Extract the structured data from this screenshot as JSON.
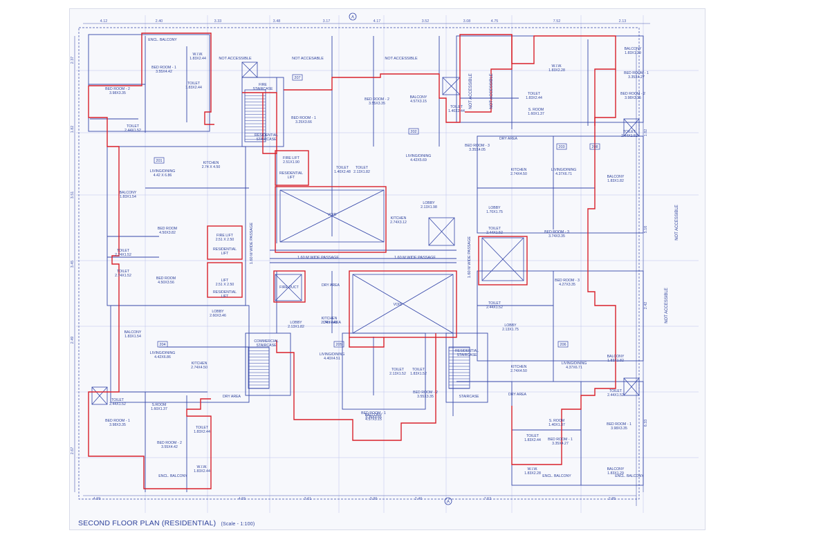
{
  "title": "SECOND FLOOR PLAN (RESIDENTIAL)",
  "scale": "(Scale - 1:100)",
  "colors": {
    "line": "#3345a8",
    "boundary": "#d8202a",
    "paper": "#f7f8fc"
  },
  "top_dims": [
    "4.12",
    "2.40",
    "3.33",
    "3.48",
    "3.17",
    "4.17",
    "3.52",
    "3.08",
    "4.75",
    "7.52",
    "2.13"
  ],
  "bottom_dims": [
    "4.99",
    "4.55",
    "3.61",
    "3.30",
    "2.40",
    "7.52",
    "2.85"
  ],
  "left_dims": [
    "2.37",
    "1.82",
    "3.51",
    "3.45",
    "2.49",
    "2.67"
  ],
  "right_dims": [
    "1.82",
    "5.16",
    "2.42",
    "6.33"
  ],
  "not_accessible_labels": [
    "NOT ACCESSIBLE",
    "NOT ACCESABLE",
    "NOT ACCESSIBLE",
    "NOT ACCESSIBLE",
    "NOT ACCESSIBLE",
    "NOT ACCESSIBLE",
    "NOT ACCESSIBLE"
  ],
  "passages": [
    "1.60 M WIDE PASSAGE",
    "1.60 M WIDE PASSAGE",
    "1.60 M WIDE PASSAGE",
    "1.60 M WIDE PASSAGE"
  ],
  "rooms": [
    "ENCL. BALCONY",
    "BED ROOM - 1\n3.55X4.42",
    "W.I.W.\n1.83X2.44",
    "TOILET\n1.83X2.44",
    "BED ROOM - 2\n3.98X3.35",
    "TOILET\n2.44X1.52",
    "LIVING/DINING\n4.42 X 6.86",
    "KITCHEN\n2.74 X 4.50",
    "BALCONY\n1.83X1.54",
    "BED ROOM\n4.50X3.82",
    "TOILET\n2.74X1.52",
    "TOILET\n2.74X1.52",
    "BED ROOM\n4.50X3.56",
    "BALCONY\n1.83X1.54",
    "LIVING/DINING\n4.42X6.86",
    "KITCHEN\n2.74X4.50",
    "S.ROOM\n1.60X1.37",
    "TOILET\n1.83X2.44",
    "BED ROOM - 1\n3.98X3.35",
    "BED ROOM - 2\n3.55X4.42",
    "W.I.W.\n1.83X2.44",
    "ENCL. BALCONY",
    "TOILET\n2.44X1.52",
    "FIRE\nSTAIRCASE",
    "RESIDENTIAL\nSTAIRCASE",
    "FIRE LIFT\n2.51X1.90",
    "RESIDENTIAL\nLIFT",
    "FIRE LIFT\n2.51 X 2.50",
    "RESIDENTIAL\nLIFT",
    "LIFT\n2.51 X 2.50",
    "RESIDENTIAL\nLIFT",
    "LOBBY\n2.60X3.46",
    "COMMERCIAL\nSTAIRCASE",
    "VOID",
    "VOID",
    "FIRE DUCT",
    "DRY AREA",
    "BED ROOM - 1\n3.25X3.66",
    "BED ROOM - 2\n3.55X3.35",
    "BALCONY\n4.57X3.15",
    "TOILET\n1.40X2.44",
    "LIVING/DINING\n4.42X5.69",
    "TOILET\n1.40X2.48",
    "TOILET\n2.13X1.82",
    "KITCHEN\n2.74X3.12",
    "BED ROOM - 3\n3.35X4.05",
    "LOBBY\n2.13X1.98",
    "DRY AREA",
    "KITCHEN\n2.74X4.42",
    "LOBBY\n2.13X1.82",
    "LIVING/DINING\n4.40X4.51",
    "TOILET\n2.13X1.52",
    "TOILET\n1.83X1.52",
    "BED ROOM - 2\n3.55X3.35",
    "BED ROOM - 1\n3.35X3.55",
    "BALCONY\n4.57X3.15",
    "RESIDENTIAL\nSTAIRCASE",
    "STAIRCASE",
    "ENCL. BALCONY",
    "BALCONY\n1.83X1.29",
    "BED ROOM - 1\n3.35X4.27",
    "W.I.W.\n1.83X2.28",
    "TOILET\n1.83X2.44",
    "S. ROOM\n1.60X1.37",
    "BED ROOM - 2\n3.98X3.35",
    "TOILET\n2.44X1.52",
    "DRY AREA",
    "KITCHEN\n2.74X4.50",
    "LIVING/DINING\n4.37X6.71",
    "BALCONY\n1.83X1.82",
    "TOILET\n2.44X1.52",
    "LOBBY\n1.70X1.75",
    "BED ROOM - 3\n3.74X3.35",
    "BED ROOM - 3\n4.27X3.35",
    "TOILET\n2.44X1.52",
    "LOBBY\n2.13X1.75",
    "KITCHEN\n2.74X4.50",
    "LIVING/DINING\n4.37X6.71",
    "BALCONY\n1.83X1.82",
    "TOILET\n2.44X1.52",
    "BED ROOM - 1\n3.98X3.35",
    "S. ROOM\n1.40X1.37",
    "TOILET\n1.83X2.44",
    "BED ROOM - 1\n3.35X4.27",
    "W.I.W.\n1.83X2.28",
    "ENCL. BALCONY",
    "BALCONY\n1.83X1.29",
    "DRY AREA",
    "DRY AREA"
  ],
  "unit_tags": [
    "201",
    "202",
    "203",
    "204",
    "205",
    "206",
    "207",
    "208"
  ],
  "grid_marks": [
    "A",
    "A"
  ]
}
